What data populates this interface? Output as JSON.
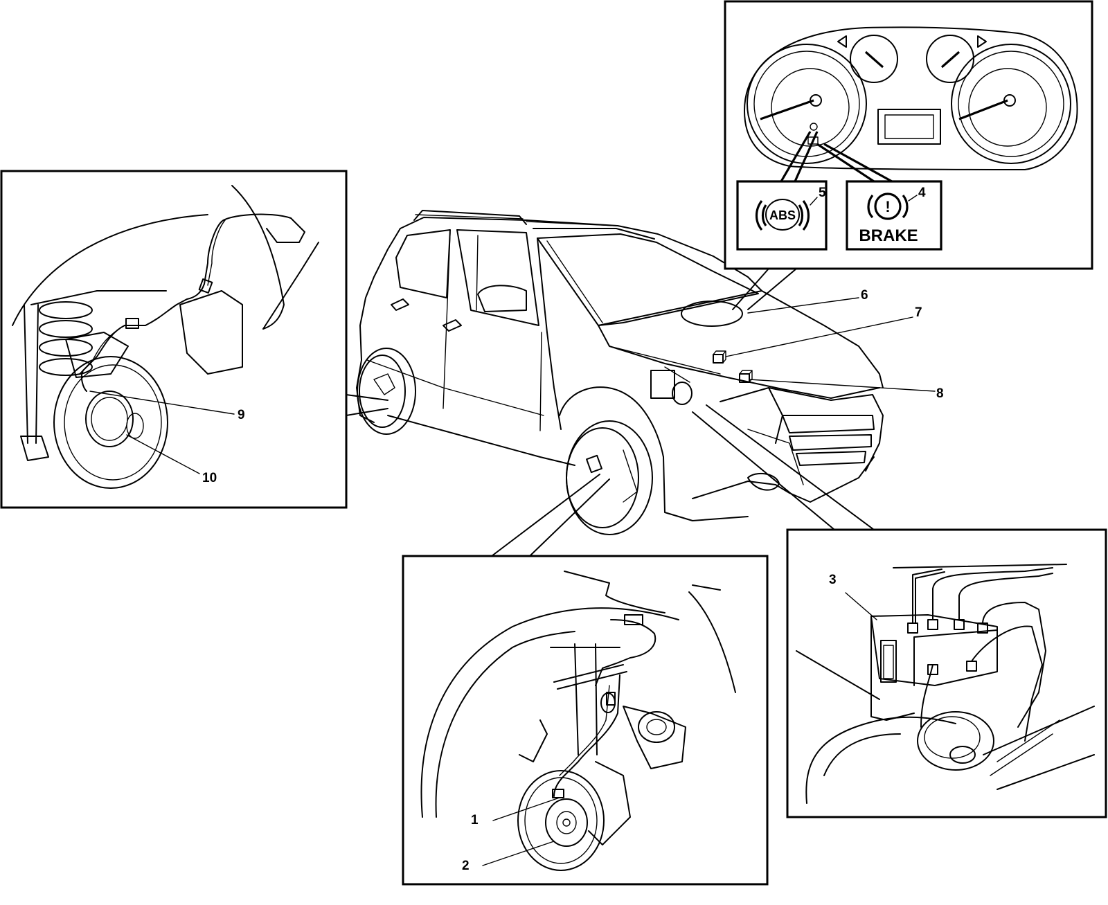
{
  "callouts": {
    "n1": "1",
    "n2": "2",
    "n3": "3",
    "n4": "4",
    "n5": "5",
    "n6": "6",
    "n7": "7",
    "n8": "8",
    "n9": "9",
    "n10": "10"
  },
  "warning_lights": {
    "abs_text": "ABS",
    "brake_symbol": "!",
    "brake_text": "BRAKE"
  }
}
